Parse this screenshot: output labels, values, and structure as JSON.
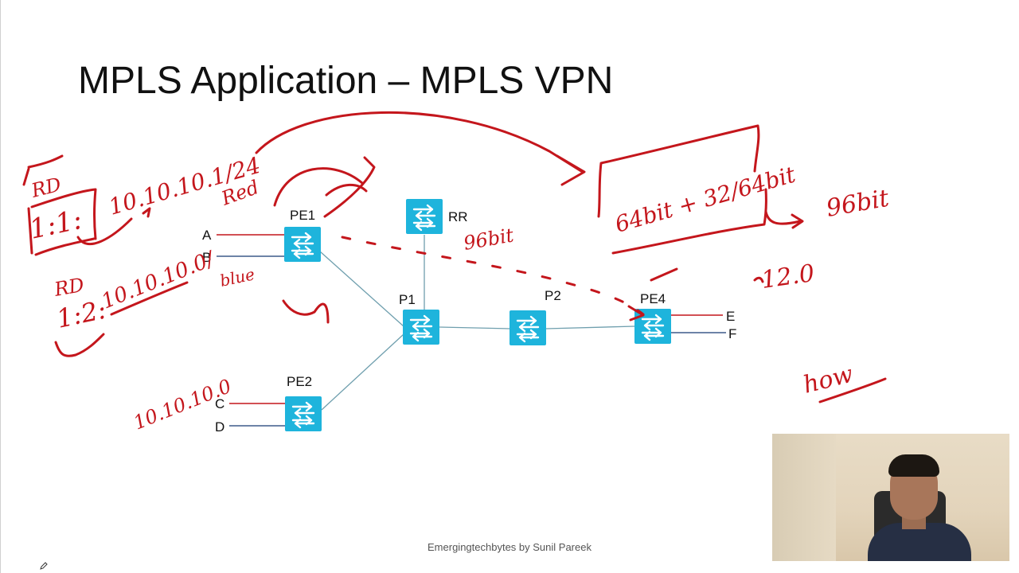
{
  "title": "MPLS Application – MPLS VPN",
  "footer": "Emergingtechbytes by Sunil Pareek",
  "colors": {
    "ink": "#c4161c",
    "switch": "#1eb4dc",
    "link": "#6f9fae",
    "red_link": "#c4161c",
    "blue_link": "#3d5a8a"
  },
  "icons": {
    "switch": "router-switch-icon",
    "pen": "pencil-icon"
  },
  "nodes": {
    "pe1": "PE1",
    "pe2": "PE2",
    "rr": "RR",
    "p1": "P1",
    "p2": "P2",
    "pe4": "PE4"
  },
  "ports": {
    "a": "A",
    "b": "B",
    "c": "C",
    "d": "D",
    "e": "E",
    "f": "F"
  },
  "annotations": {
    "rd1": "RD",
    "rd1_value": "1:1:",
    "prefix1": "10.10.10.1/24",
    "red": "Red",
    "rd2": "RD",
    "rd2_value": "1:2:",
    "prefix2": "10.10.10.0/",
    "blue": "blue",
    "prefix3": "10.10.10.0",
    "bits96_mid": "96bit",
    "box_text": "64bit + 32/64bit",
    "bits96_right": "96bit",
    "ip": "12.0",
    "how": "how"
  }
}
